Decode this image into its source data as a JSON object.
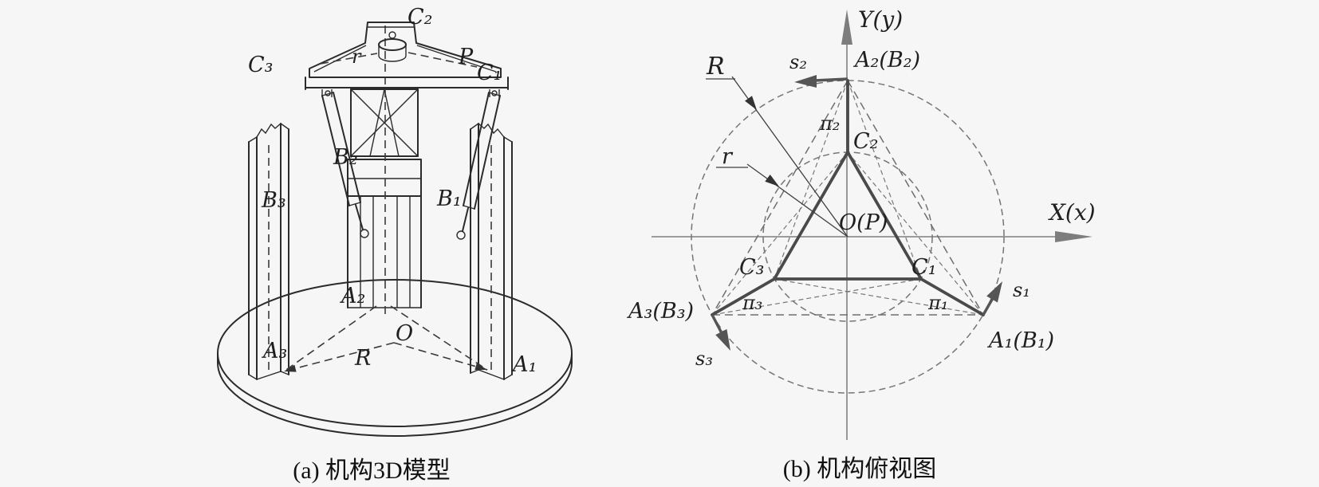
{
  "panel_a": {
    "caption": "(a) 机构3D模型",
    "labels": {
      "c2": "C₂",
      "c3": "C₃",
      "c1": "C₁",
      "r": "r",
      "p": "P",
      "b2": "B₂",
      "b3": "B₃",
      "b1": "B₁",
      "a2": "A₂",
      "a3": "A₃",
      "a1": "A₁",
      "o": "O",
      "R": "R"
    }
  },
  "panel_b": {
    "caption": "(b) 机构俯视图",
    "labels": {
      "y_axis": "Y(y)",
      "x_axis": "X(x)",
      "a2": "A₂(B₂)",
      "a1": "A₁(B₁)",
      "a3": "A₃(B₃)",
      "c2": "C₂",
      "c1": "C₁",
      "c3": "C₃",
      "o": "O(P)",
      "R": "R",
      "r": "r",
      "s1": "s₁",
      "s2": "s₂",
      "s3": "s₃",
      "pi1": "π₁",
      "pi2": "π₂",
      "pi3": "π₃"
    }
  },
  "colors": {
    "background": "#f6f6f6",
    "mechanism_line": "#2b2b2b",
    "platform_thick_line": "#4a4a4a",
    "axis_gray": "#8f8f8f",
    "dashed_gray": "#6e6e6e",
    "text": "#1f1f1f"
  }
}
